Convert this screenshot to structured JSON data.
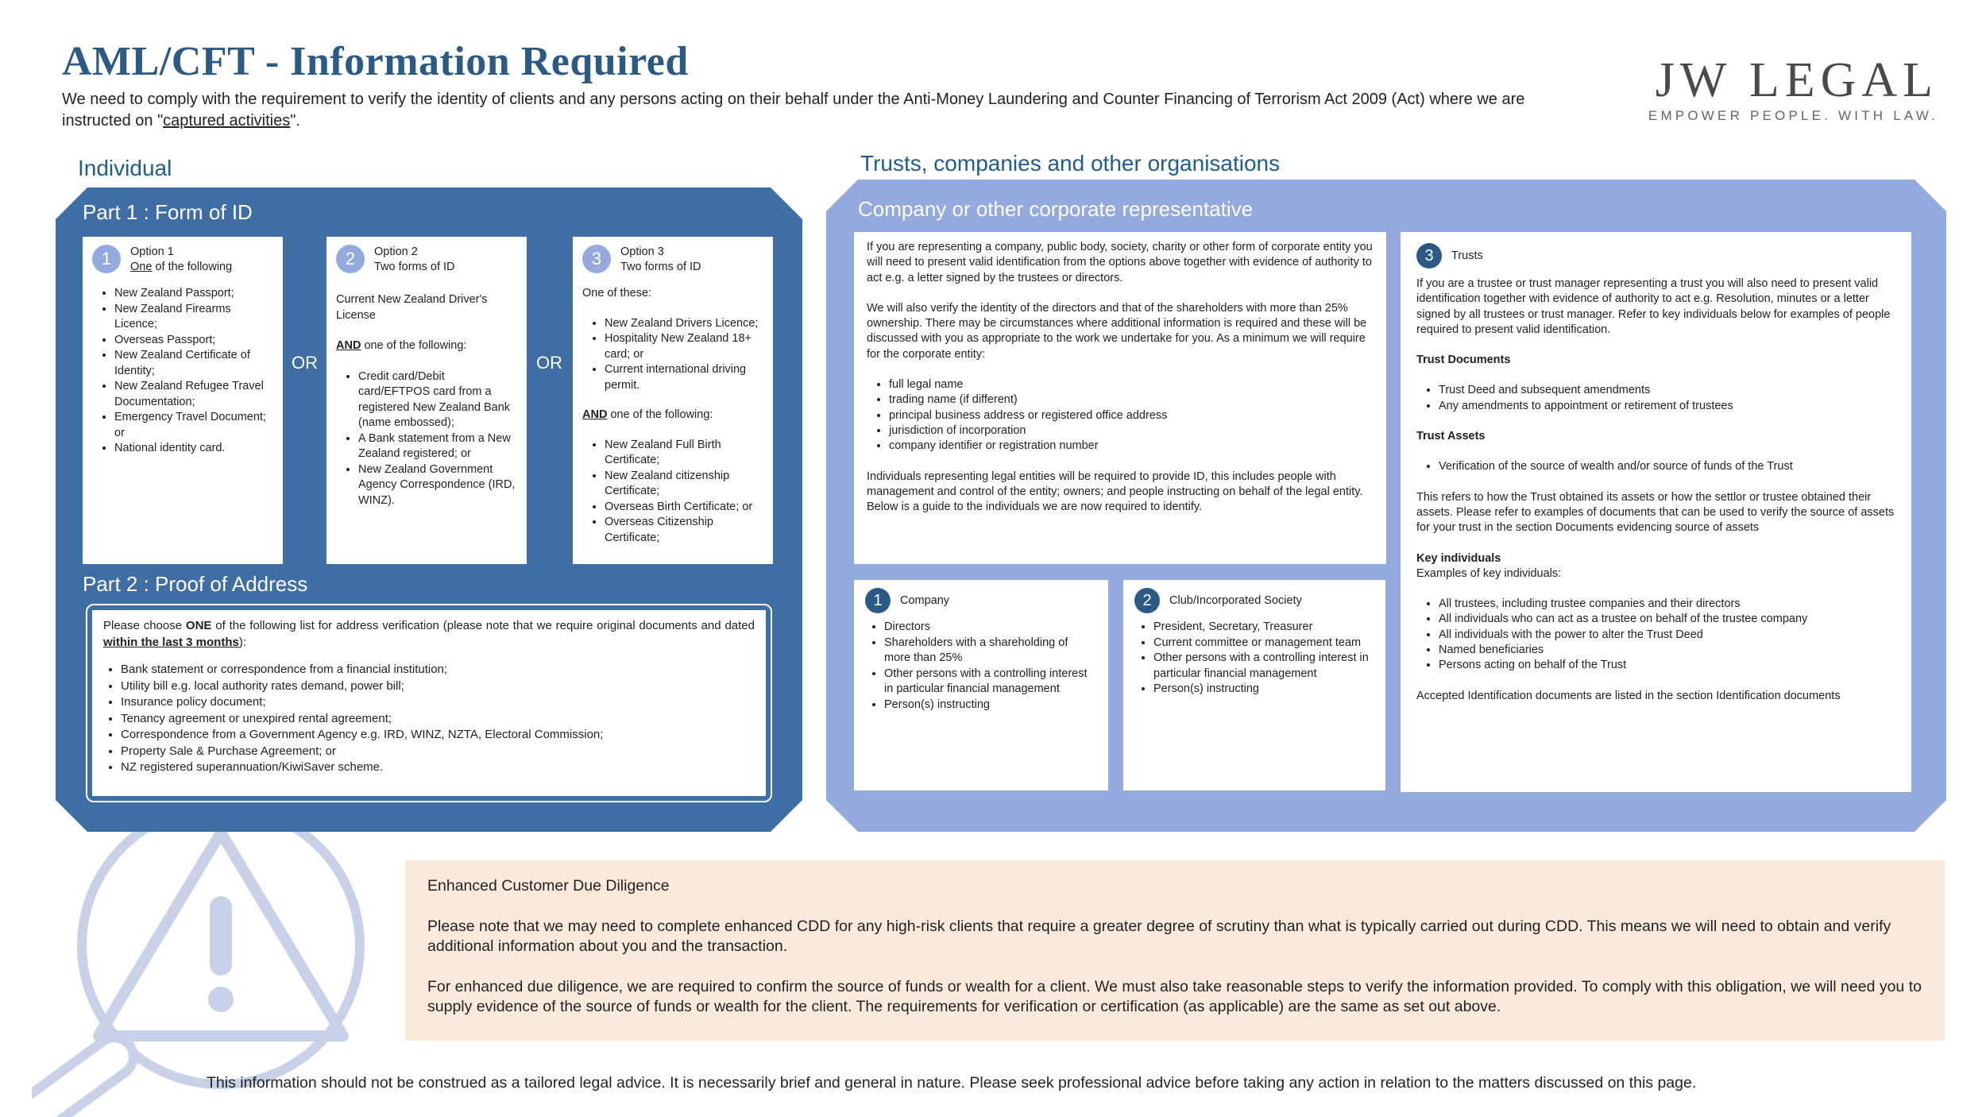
{
  "header": {
    "title": "AML/CFT - Information Required",
    "intro_before": "We need to comply with the requirement to verify the identity of clients and any persons acting on their behalf under the Anti-Money Laundering and Counter Financing of Terrorism Act 2009 (Act) where we are instructed on \"",
    "intro_link": "captured activities",
    "intro_after": "\"."
  },
  "logo": {
    "name": "JW LEGAL",
    "tagline": "EMPOWER PEOPLE. WITH LAW."
  },
  "individual": {
    "heading": "Individual",
    "part1_heading": "Part 1 : Form of ID",
    "or_label": "OR",
    "option1": {
      "number": "1",
      "title": "Option 1",
      "subtitle_underlined": "One",
      "subtitle_rest": " of the following",
      "items": [
        "New Zealand Passport;",
        "New Zealand Firearms Licence;",
        "Overseas Passport;",
        "New Zealand Certificate of Identity;",
        "New Zealand Refugee Travel Documentation;",
        "Emergency Travel Document; or",
        "National identity card."
      ]
    },
    "option2": {
      "number": "2",
      "title": "Option 2",
      "subtitle": "Two forms of ID",
      "first": "Current New Zealand Driver's License",
      "and_label": "AND",
      "and_rest": " one of the following:",
      "items": [
        "Credit card/Debit card/EFTPOS card from a registered New Zealand Bank (name embossed);",
        "A Bank statement from a New Zealand registered; or",
        "New Zealand Government Agency Correspondence (IRD, WINZ)."
      ]
    },
    "option3": {
      "number": "3",
      "title": "Option 3",
      "subtitle": "Two forms of ID",
      "one_of": "One of these:",
      "items_a": [
        "New Zealand Drivers Licence;",
        "Hospitality New Zealand 18+ card; or",
        "Current international driving permit."
      ],
      "and_label": "AND",
      "and_rest": " one of the following:",
      "items_b": [
        "New Zealand Full Birth Certificate;",
        "New Zealand citizenship Certificate;",
        "Overseas Birth Certificate; or",
        "Overseas Citizenship Certificate;"
      ]
    },
    "part2_heading": "Part 2 : Proof of Address",
    "address": {
      "intro_a": "Please choose ",
      "intro_bold": "ONE",
      "intro_b": " of the following list for address verification (please note that we require original documents and dated ",
      "intro_emph": "within the last 3 months",
      "intro_c": "):",
      "items": [
        "Bank statement or correspondence from a financial institution;",
        "Utility bill e.g. local authority rates demand, power bill;",
        "Insurance policy document;",
        "Tenancy agreement or unexpired rental agreement;",
        "Correspondence from a Government Agency e.g. IRD, WINZ, NZTA, Electoral Commission;",
        "Property Sale & Purchase Agreement; or",
        "NZ registered superannuation/KiwiSaver scheme."
      ]
    }
  },
  "organisations": {
    "heading": "Trusts, companies and other organisations",
    "corp_heading": "Company or other corporate representative",
    "corp": {
      "p1": "If you are representing a company, public body, society, charity or other form of corporate entity you will need to present valid identification from the options above together with evidence of authority to act e.g. a letter signed by the trustees or directors.",
      "p2": "We will also verify the identity of the directors and that of the shareholders with more than 25% ownership. There may be circumstances where additional information is required and these will be discussed with you as appropriate to the work we undertake for you. As a minimum we will require for the corporate entity:",
      "items": [
        "full legal name",
        "trading name (if different)",
        "principal business address or registered office address",
        "jurisdiction of incorporation",
        "company identifier or registration number"
      ],
      "p3": "Individuals representing legal entities will be required to provide ID, this includes people with management and control of the entity; owners; and people instructing on behalf of the legal entity. Below is a guide to the individuals we are now required to identify."
    },
    "company": {
      "number": "1",
      "title": "Company",
      "items": [
        "Directors",
        "Shareholders with a shareholding of more than 25%",
        "Other persons with a controlling interest in particular financial management",
        "Person(s) instructing"
      ]
    },
    "club": {
      "number": "2",
      "title": "Club/Incorporated Society",
      "items": [
        "President, Secretary, Treasurer",
        "Current committee or management team",
        "Other persons with a controlling interest in particular financial management",
        "Person(s) instructing"
      ]
    },
    "trusts": {
      "number": "3",
      "title": "Trusts",
      "p1": "If you are a trustee or trust manager representing a trust you will also need to present valid identification together with evidence of authority to act e.g. Resolution, minutes or a letter signed by all trustees or trust manager. Refer to key individuals below for examples of people required to present valid identification.",
      "docs_heading": "Trust Documents",
      "docs_items": [
        "Trust Deed and subsequent amendments",
        "Any amendments to appointment or retirement of trustees"
      ],
      "assets_heading": "Trust Assets",
      "assets_items": [
        "Verification of the source of wealth and/or source of funds of the Trust"
      ],
      "p2": "This refers to how the Trust obtained its assets or how the settlor or trustee obtained their assets. Please refer to examples of documents that can be used to verify the source of assets for your trust in the section Documents evidencing source of assets",
      "key_heading": "Key individuals",
      "key_intro": "Examples of key individuals:",
      "key_items": [
        "All trustees, including trustee companies and their directors",
        "All individuals who can act as a trustee on behalf of the trustee company",
        "All individuals with the power to alter the Trust Deed",
        "Named beneficiaries",
        "Persons acting on behalf of the Trust"
      ],
      "p3": "Accepted Identification documents are listed in the section Identification documents"
    }
  },
  "edd": {
    "heading": "Enhanced Customer Due Diligence",
    "p1": "Please note that we may need to complete enhanced CDD for any high-risk clients that require a greater degree of scrutiny than what is typically carried out during CDD. This means we will need to obtain and verify additional information about you and the transaction.",
    "p2": "For enhanced due diligence, we are required to confirm the source of funds or wealth for a client.  We must also take reasonable steps to verify the information provided.  To comply with this obligation, we will need you to supply evidence of the source of funds or wealth for the client. The requirements for verification or certification (as applicable) are the same as set out above."
  },
  "footer": {
    "disclaimer": "This information should not be construed as  a tailored legal advice. It is necessarily brief and general in nature. Please seek professional advice before taking any action in relation to the matters discussed on this page."
  },
  "icons": {
    "warning": "magnifier-warning-icon",
    "accent": "#3f6ea4",
    "light_accent": "#94a9dd",
    "edd_background": "#fbeadb"
  }
}
